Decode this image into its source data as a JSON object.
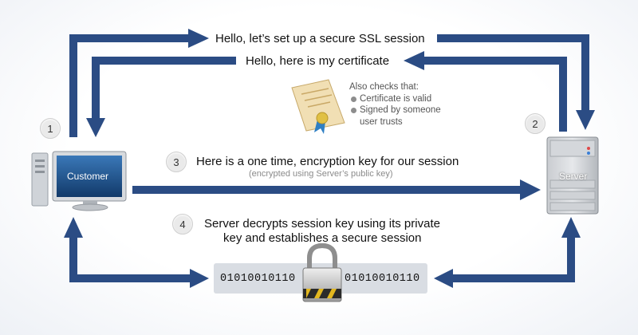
{
  "messages": {
    "hello": "Hello, let’s set up a secure SSL session",
    "certificate": "Hello, here is my certificate",
    "key": "Here is a one time, encryption key for our session",
    "key_note": "(encrypted using Server’s public key)",
    "decrypt_line1": "Server decrypts session key using its private",
    "decrypt_line2": "key and establishes a secure session"
  },
  "checks": {
    "heading": "Also checks that:",
    "items": [
      "Certificate is valid",
      "Signed by someone",
      "user trusts"
    ]
  },
  "steps": [
    "1",
    "2",
    "3",
    "4"
  ],
  "nodes": {
    "customer": "Customer",
    "server": "Server"
  },
  "binary": {
    "left": "01010010110",
    "right": "01010010110"
  },
  "colors": {
    "arrow": "#2b4c84",
    "screen": "#1f4f8a",
    "badge_ribbon": "#2e7fc4"
  },
  "icons": [
    "desktop-computer-icon",
    "server-icon",
    "certificate-icon",
    "padlock-icon"
  ]
}
